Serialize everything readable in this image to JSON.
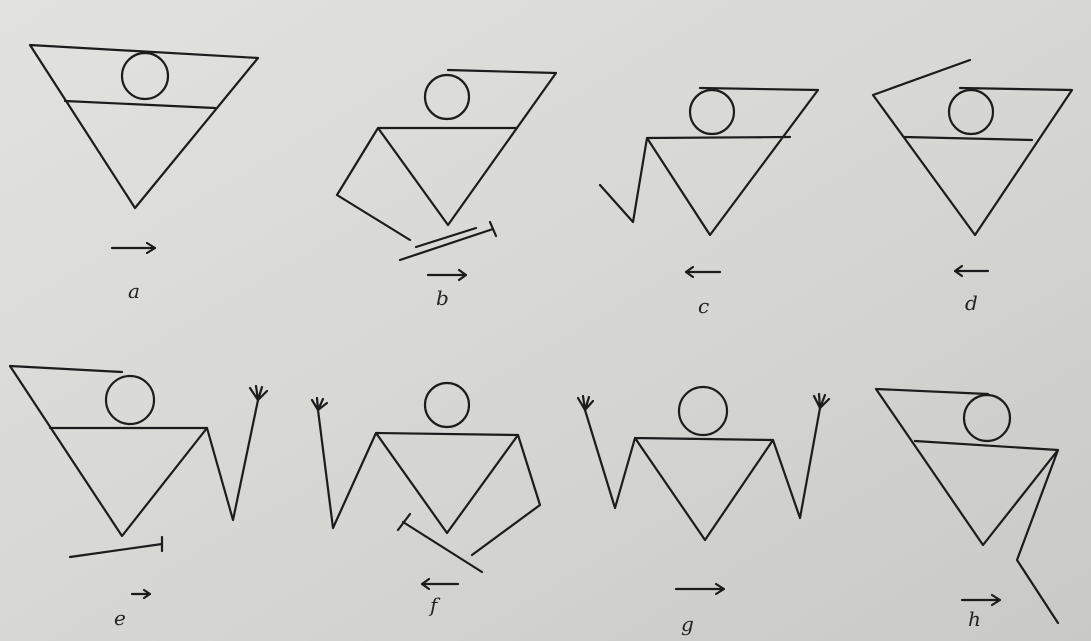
{
  "photo": {
    "paper_color": "#d9d9d6",
    "ink_color": "#1c1c1c"
  },
  "figures": [
    {
      "id": "a",
      "label": "a",
      "arrow": "right"
    },
    {
      "id": "b",
      "label": "b",
      "arrow": "right"
    },
    {
      "id": "c",
      "label": "c",
      "arrow": "left"
    },
    {
      "id": "d",
      "label": "d",
      "arrow": "left"
    },
    {
      "id": "e",
      "label": "e",
      "arrow": "right"
    },
    {
      "id": "f",
      "label": "f",
      "arrow": "left"
    },
    {
      "id": "g",
      "label": "g",
      "arrow": "right"
    },
    {
      "id": "h",
      "label": "h",
      "arrow": "right"
    }
  ]
}
